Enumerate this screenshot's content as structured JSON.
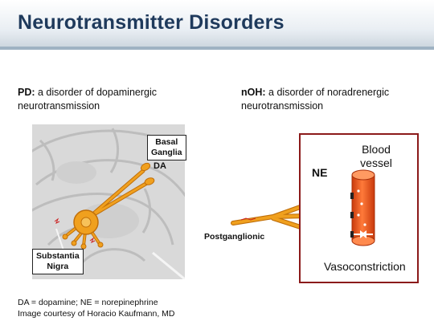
{
  "slide": {
    "title": "Neurotransmitter Disorders"
  },
  "left_panel": {
    "heading_bold": "PD:",
    "heading_line1": " a disorder of dopaminergic",
    "heading_line2": "neurotransmission",
    "labels": {
      "basal_ganglia_line1": "Basal",
      "basal_ganglia_line2": "Ganglia",
      "da": "DA",
      "substantia_nigra_line1": "Substantia",
      "substantia_nigra_line2": "Nigra"
    }
  },
  "right_panel": {
    "heading_bold": "nOH:",
    "heading_line1": " a disorder of noradrenergic",
    "heading_line2": "neurotransmission",
    "labels": {
      "blood_line1": "Blood",
      "blood_line2": "vessel",
      "ne": "NE",
      "postganglionic": "Postganglionic",
      "vasoconstriction": "Vasoconstriction"
    }
  },
  "footnotes": {
    "line1": "DA = dopamine; NE = norepinephrine",
    "line2": "Image courtesy of Horacio Kaufmann, MD"
  },
  "colors": {
    "title": "#1f3a5c",
    "neuron": "#f0a01e",
    "neuron_outline": "#c06f0a",
    "vessel": "#e8521a",
    "frame": "#8b1a1a"
  }
}
